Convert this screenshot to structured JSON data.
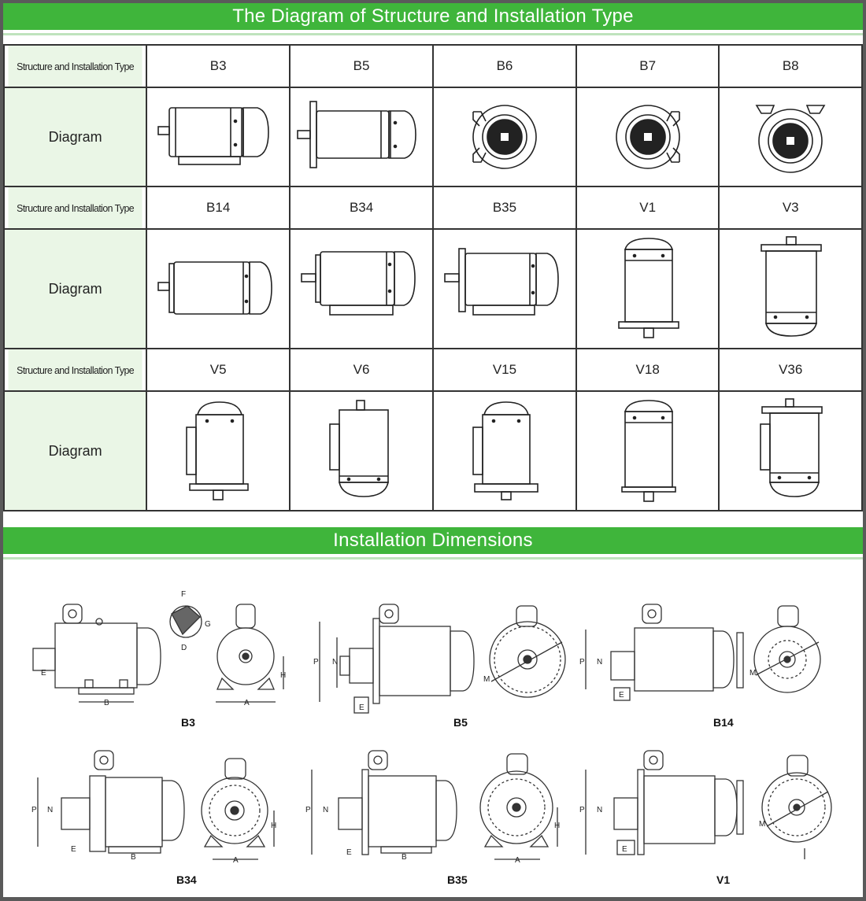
{
  "banner_top": "The Diagram of Structure and Installation Type",
  "banner_bottom": "Installation Dimensions",
  "rows": [
    {
      "label": "Structure and Installation Type",
      "types": [
        "B3",
        "B5",
        "B6",
        "B7",
        "B8"
      ],
      "diagram_label": "Diagram"
    },
    {
      "label": "Structure and Installation Type",
      "types": [
        "B14",
        "B34",
        "B35",
        "V1",
        "V3"
      ],
      "diagram_label": "Diagram"
    },
    {
      "label": "Structure and Installation Type",
      "types": [
        "V5",
        "V6",
        "V15",
        "V18",
        "V36"
      ],
      "diagram_label": "Diagram"
    }
  ],
  "dimension_captions": [
    "B3",
    "B5",
    "B14",
    "B34",
    "B35",
    "V1"
  ],
  "dimension_letters": {
    "F": "F",
    "G": "G",
    "D": "D",
    "E": "E",
    "B": "B",
    "A": "A",
    "H": "H",
    "P": "P",
    "N": "N",
    "M": "M"
  },
  "colors": {
    "accent": "#3fb53b",
    "label_bg": "#eaf6e6",
    "frame": "#5a5a5a"
  }
}
